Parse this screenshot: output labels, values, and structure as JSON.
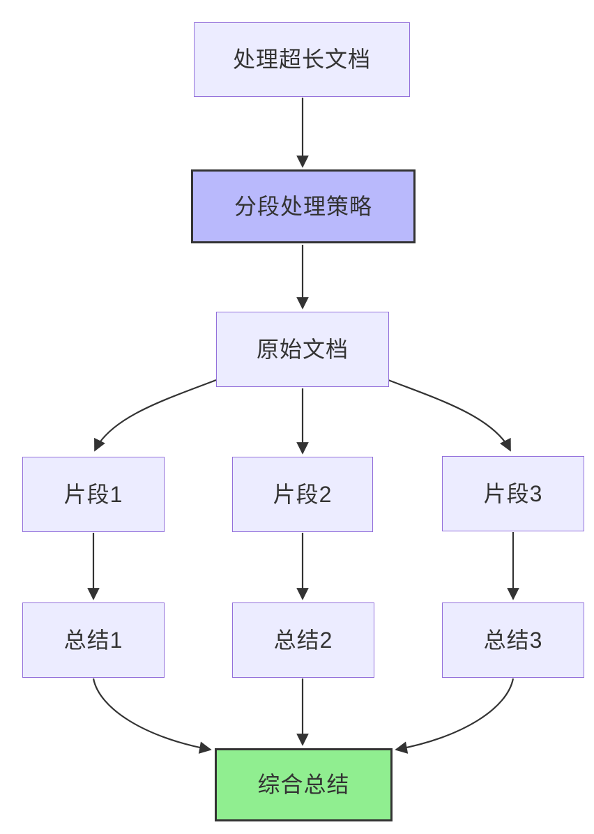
{
  "diagram": {
    "type": "flowchart",
    "direction": "top-down",
    "background": "#ffffff",
    "line_color": "#333333",
    "text_color": "#333333",
    "nodes": [
      {
        "id": "input",
        "label": "处理超长文档",
        "fill": "#ececff",
        "border_color": "#9370db",
        "emphasized": false
      },
      {
        "id": "strategy",
        "label": "分段处理策略",
        "fill": "#b9b9fc",
        "border_color": "#333333",
        "emphasized": true
      },
      {
        "id": "doc",
        "label": "原始文档",
        "fill": "#ececff",
        "border_color": "#9370db",
        "emphasized": false
      },
      {
        "id": "chunk-1",
        "label": "片段1",
        "fill": "#ececff",
        "border_color": "#9370db",
        "emphasized": false
      },
      {
        "id": "chunk-2",
        "label": "片段2",
        "fill": "#ececff",
        "border_color": "#9370db",
        "emphasized": false
      },
      {
        "id": "chunk-3",
        "label": "片段3",
        "fill": "#ececff",
        "border_color": "#9370db",
        "emphasized": false
      },
      {
        "id": "summary-1",
        "label": "总结1",
        "fill": "#ececff",
        "border_color": "#9370db",
        "emphasized": false
      },
      {
        "id": "summary-2",
        "label": "总结2",
        "fill": "#ececff",
        "border_color": "#9370db",
        "emphasized": false
      },
      {
        "id": "summary-3",
        "label": "总结3",
        "fill": "#ececff",
        "border_color": "#9370db",
        "emphasized": false
      },
      {
        "id": "final",
        "label": "综合总结",
        "fill": "#90ee90",
        "border_color": "#333333",
        "emphasized": true
      }
    ],
    "edges": [
      {
        "from": "input",
        "to": "strategy"
      },
      {
        "from": "strategy",
        "to": "doc"
      },
      {
        "from": "doc",
        "to": "chunk-1"
      },
      {
        "from": "doc",
        "to": "chunk-2"
      },
      {
        "from": "doc",
        "to": "chunk-3"
      },
      {
        "from": "chunk-1",
        "to": "summary-1"
      },
      {
        "from": "chunk-2",
        "to": "summary-2"
      },
      {
        "from": "chunk-3",
        "to": "summary-3"
      },
      {
        "from": "summary-1",
        "to": "final"
      },
      {
        "from": "summary-2",
        "to": "final"
      },
      {
        "from": "summary-3",
        "to": "final"
      }
    ]
  }
}
